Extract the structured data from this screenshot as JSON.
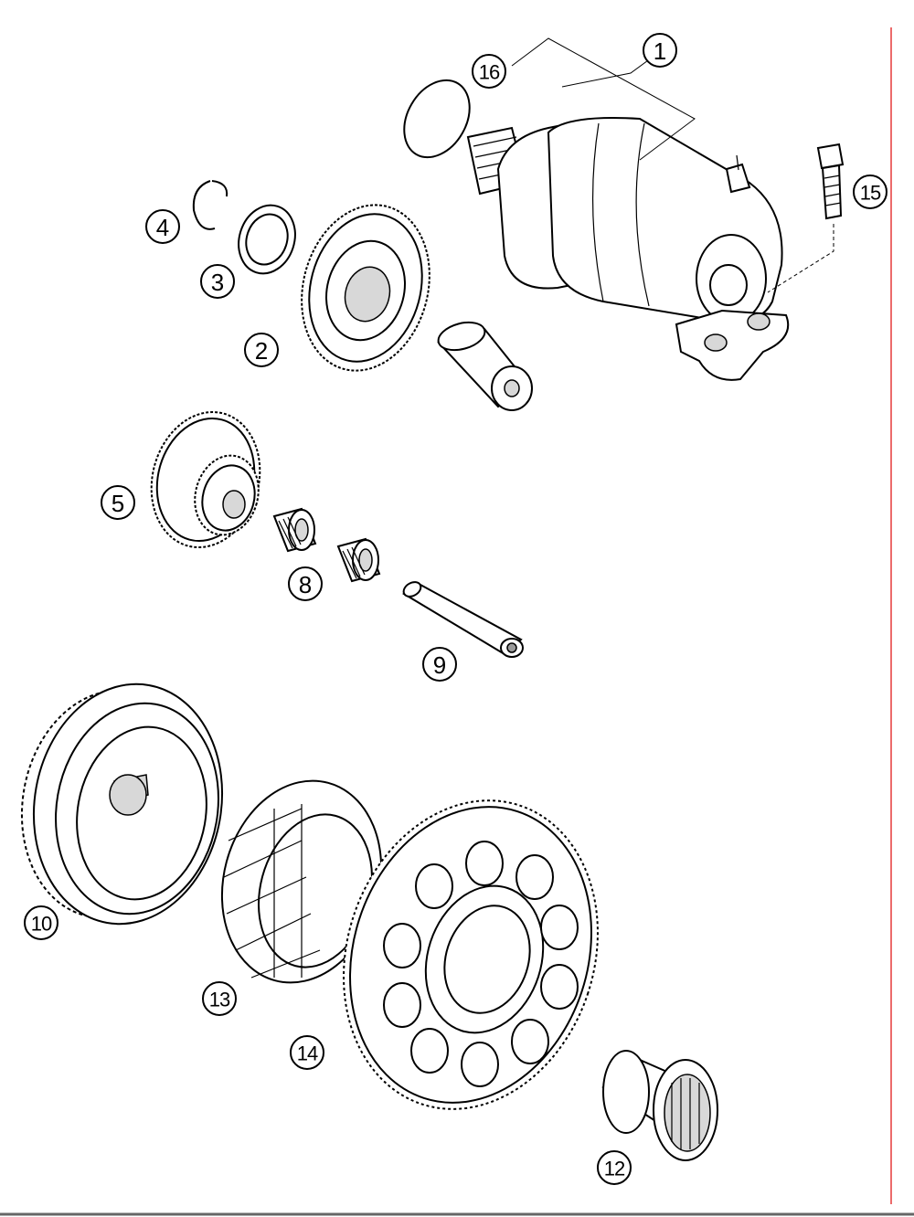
{
  "diagram": {
    "callouts": [
      {
        "id": "c1",
        "label": "1"
      },
      {
        "id": "c16",
        "label": "16"
      },
      {
        "id": "c15",
        "label": "15"
      },
      {
        "id": "c4",
        "label": "4"
      },
      {
        "id": "c3",
        "label": "3"
      },
      {
        "id": "c2",
        "label": "2"
      },
      {
        "id": "c5",
        "label": "5"
      },
      {
        "id": "c8",
        "label": "8"
      },
      {
        "id": "c9",
        "label": "9"
      },
      {
        "id": "c10",
        "label": "10"
      },
      {
        "id": "c13",
        "label": "13"
      },
      {
        "id": "c14",
        "label": "14"
      },
      {
        "id": "c12",
        "label": "12"
      }
    ],
    "colors": {
      "line": "#000000",
      "background": "#ffffff",
      "margin_line": "#e63a3a"
    }
  }
}
